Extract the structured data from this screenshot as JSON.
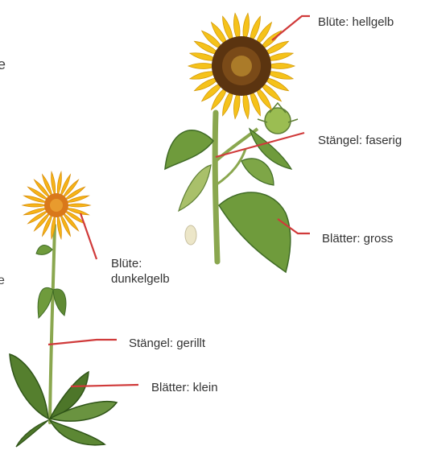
{
  "labels": {
    "sunflower_bloom": "Blüte: hellgelb",
    "sunflower_stem": "Stängel: faserig",
    "sunflower_leaves": "Blätter: gross",
    "arnica_bloom_line1": "Blüte:",
    "arnica_bloom_line2": "dunkelgelb",
    "arnica_stem": "Stängel: gerillt",
    "arnica_leaves": "Blätter: klein"
  },
  "colors": {
    "leader_line": "#d03a3a",
    "sunflower_petal": "#f5c21a",
    "sunflower_center": "#5b3410",
    "arnica_petal": "#f7b417",
    "arnica_center": "#d9781a",
    "leaf_green": "#6f9b3c",
    "leaf_dark": "#3f6a25",
    "stem_green": "#8aa74f"
  }
}
